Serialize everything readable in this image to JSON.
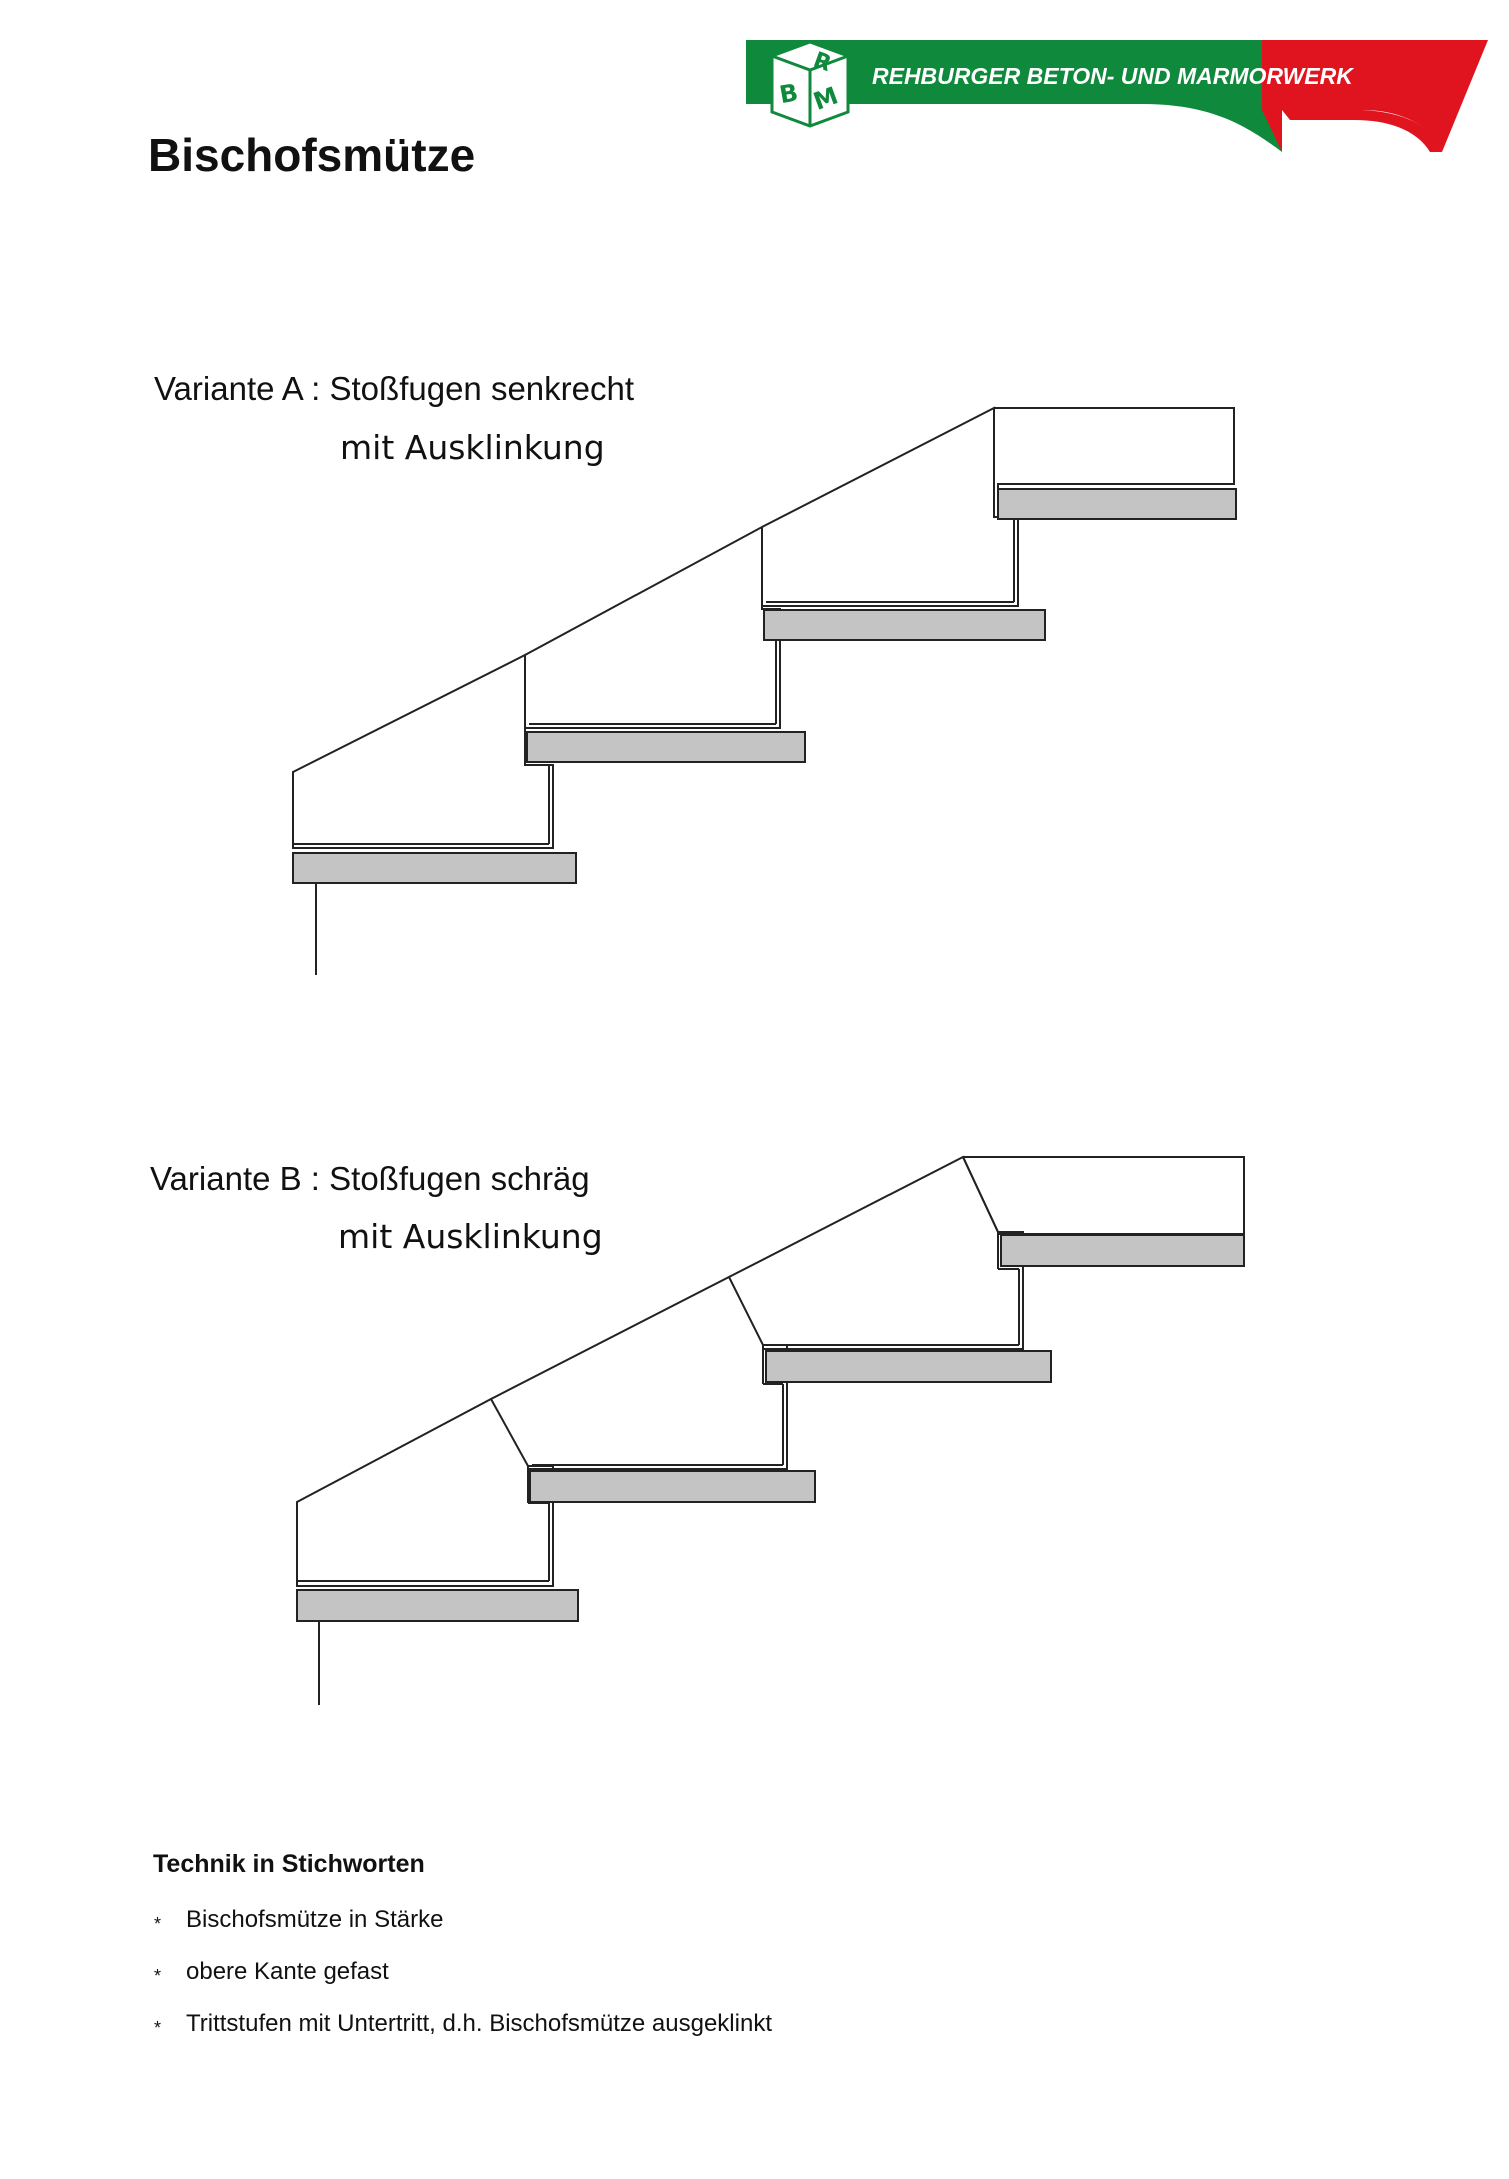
{
  "header": {
    "title": "Bischofsmütze",
    "logo_text": "REHBURGER BETON- UND MARMORWERK",
    "logo_letters": [
      "R",
      "B",
      "M"
    ],
    "brand_green": "#0f8a3c",
    "brand_red": "#e0141e"
  },
  "variant_a": {
    "title": "Variante A : Stoßfugen senkrecht",
    "subtitle": "mit Ausklinkung"
  },
  "variant_b": {
    "title": "Variante B : Stoßfugen schräg",
    "subtitle": "mit Ausklinkung"
  },
  "technik": {
    "title": "Technik in Stichworten",
    "bullet_symbol": "*",
    "items": [
      "Bischofsmütze in Stärke",
      "obere Kante gefast",
      "Trittstufen mit Untertritt, d.h. Bischofsmütze ausgeklinkt"
    ]
  },
  "colors": {
    "tread_fill": "#c4c4c4",
    "line": "#222222"
  }
}
